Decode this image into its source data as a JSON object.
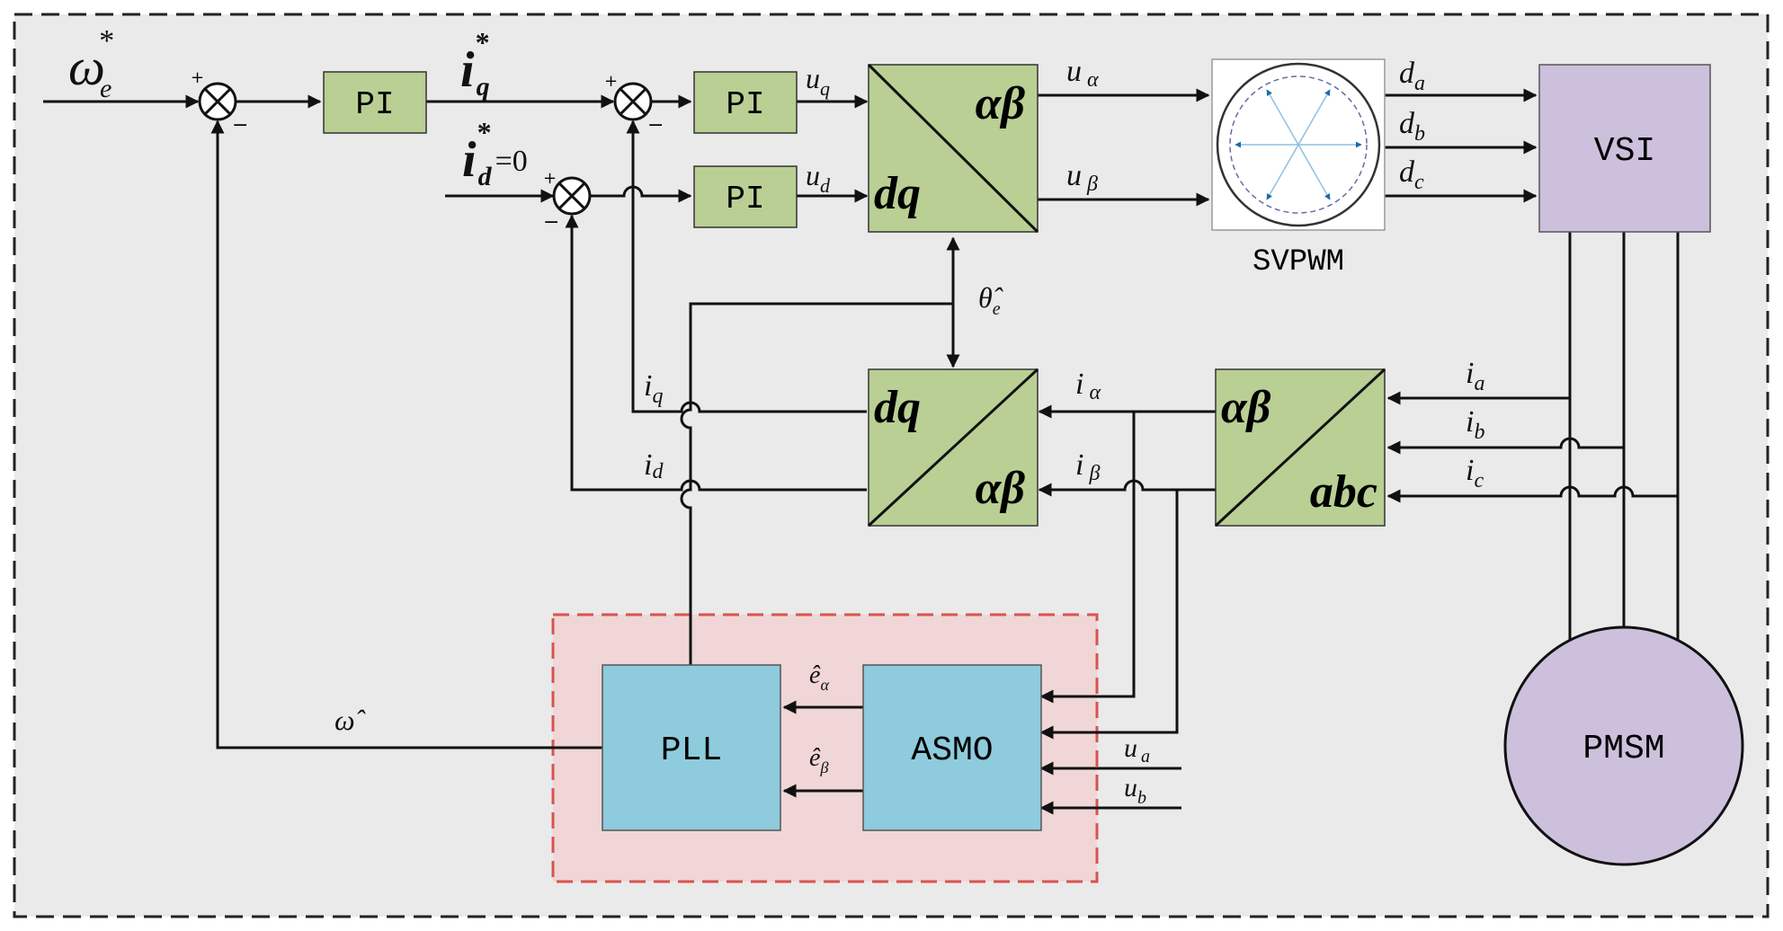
{
  "colors": {
    "frame_bg": "#eaeaea",
    "block_green": "#b9cf94",
    "block_purple": "#cdc0dd",
    "block_blue": "#8ecbdc",
    "observer_region": "#f0d6d6",
    "observer_border": "#d9534f",
    "wire": "#111111",
    "svpwm_arrow": "#1b6aa6"
  },
  "signals": {
    "omega_ref": {
      "main": "ω",
      "sup": "*",
      "sub": "e"
    },
    "iq_ref": {
      "main": "i",
      "sup": "*",
      "sub": "q"
    },
    "id_ref": {
      "main": "i",
      "sup": "*",
      "sub": "d",
      "suffix": "=0"
    },
    "uq": {
      "main": "u",
      "sub": "q"
    },
    "ud": {
      "main": "u",
      "sub": "d"
    },
    "u_alpha": {
      "main": "u",
      "sub": "α"
    },
    "u_beta": {
      "main": "u",
      "sub": "β"
    },
    "da": {
      "main": "d",
      "sub": "a"
    },
    "db": {
      "main": "d",
      "sub": "b"
    },
    "dc": {
      "main": "d",
      "sub": "c"
    },
    "theta_hat": {
      "main": "θ̂",
      "sub": "e"
    },
    "iq_fb": {
      "main": "i",
      "sub": "q"
    },
    "id_fb": {
      "main": "i",
      "sub": "d"
    },
    "i_alpha": {
      "main": "i",
      "sub": "α"
    },
    "i_beta": {
      "main": "i",
      "sub": "β"
    },
    "ia": {
      "main": "i",
      "sub": "a"
    },
    "ib": {
      "main": "i",
      "sub": "b"
    },
    "ic": {
      "main": "i",
      "sub": "c"
    },
    "omega_hat": {
      "main": "ω̂"
    },
    "e_alpha_hat": {
      "main": "ê",
      "sub": "α"
    },
    "e_beta_hat": {
      "main": "ê",
      "sub": "β"
    },
    "ua_in": {
      "main": "u",
      "sub": "a"
    },
    "ub_in": {
      "main": "u",
      "sub": "b"
    }
  },
  "blocks": {
    "pi_speed": "PI",
    "pi_q": "PI",
    "pi_d": "PI",
    "park_inv": {
      "top": "αβ",
      "bottom": "dq"
    },
    "park": {
      "top": "dq",
      "bottom": "αβ"
    },
    "clarke": {
      "top": "αβ",
      "bottom": "abc"
    },
    "svpwm": "SVPWM",
    "vsi": "VSI",
    "pmsm": "PMSM",
    "pll": "PLL",
    "asmo": "ASMO"
  },
  "summers": {
    "speed": {
      "plus": "+",
      "minus": "−"
    },
    "q": {
      "plus": "+",
      "minus": "−"
    },
    "d": {
      "plus": "+",
      "minus": "−"
    }
  }
}
